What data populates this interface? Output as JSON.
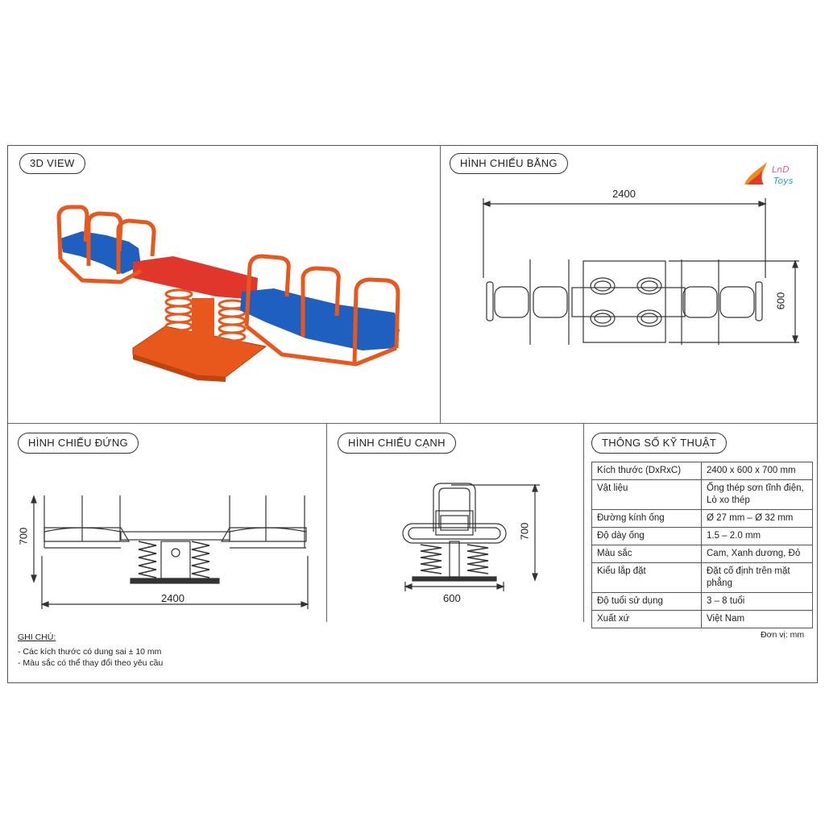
{
  "brand": {
    "line1": "LnD",
    "line2": "Toys"
  },
  "panels": {
    "view3d": {
      "title": "3D VIEW"
    },
    "top": {
      "title": "HÌNH CHIẾU BẰNG",
      "dim_width": "2400",
      "dim_height": "600"
    },
    "front": {
      "title": "HÌNH CHIẾU ĐỨNG",
      "dim_width": "2400",
      "dim_height": "700"
    },
    "side": {
      "title": "HÌNH CHIẾU CẠNH",
      "dim_width": "600",
      "dim_height": "700"
    },
    "specs": {
      "title": "THÔNG SỐ KỸ THUẬT",
      "rows": [
        {
          "label": "Kích thước (DxRxC)",
          "value": "2400 x 600 x 700 mm"
        },
        {
          "label": "Vật liệu",
          "value": "Ống thép sơn tĩnh điện,\nLò xo thép"
        },
        {
          "label": "Đường kính ống",
          "value": "Ø 27 mm – Ø 32 mm"
        },
        {
          "label": "Độ dày ống",
          "value": "1.5 – 2.0 mm"
        },
        {
          "label": "Màu sắc",
          "value": "Cam, Xanh dương, Đỏ"
        },
        {
          "label": "Kiểu lắp đặt",
          "value": "Đặt cố định trên mặt phẳng"
        },
        {
          "label": "Độ tuổi sử dụng",
          "value": "3 – 8 tuổi"
        },
        {
          "label": "Xuất xứ",
          "value": "Việt Nam"
        }
      ],
      "unit": "Đơn vị: mm"
    }
  },
  "notes": {
    "title": "GHI CHÚ:",
    "items": [
      "- Các kích thước có dung sai ± 10 mm",
      "- Màu sắc có thể thay đổi theo yêu cầu"
    ]
  },
  "colors": {
    "frame": "#e8581c",
    "seat_blue": "#1f5fbf",
    "beam_red": "#e0362c",
    "line": "#333333"
  }
}
